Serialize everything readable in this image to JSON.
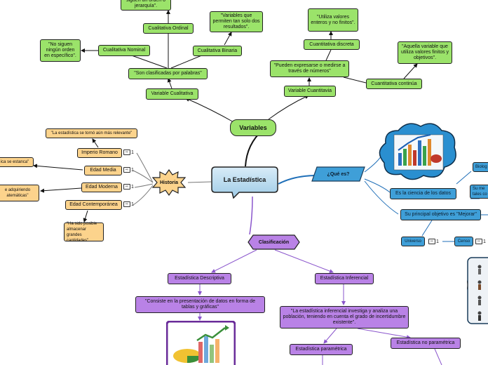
{
  "center": {
    "label": "La Estadística"
  },
  "variables": {
    "label": "Variables",
    "cualitativa": {
      "label": "Variable Cualitativa",
      "clasificadas": "\"Son clasificadas por palabras\"",
      "nominal": "Cualitativa Nominal",
      "nominal_desc": "\"No siguen ningún orden en específico\".",
      "ordinal": "Cualitativa Ordinal",
      "ordinal_desc": "siguen un orden o jerarquía\".",
      "binaria": "Cualitativa Binaria",
      "binaria_desc": "\"Variables que permiten tan solo dos resultados\"."
    },
    "cuantitativa": {
      "label": "Variable Cuantitavia",
      "expresarse": "\"Pueden expresarse o medirse a través de números\"",
      "discreta": "Cuantitativa discreta",
      "discreta_desc": "\"Utiliza valores enteros y no finitos\".",
      "continua": "Cuantitativa continúa",
      "continua_desc": "\"Aquella variable que utiliza valores finitos y objetivos\"."
    }
  },
  "historia": {
    "label": "Historia",
    "items": [
      {
        "label": "Imperio Romano",
        "count": "1"
      },
      {
        "label": "Edad Media",
        "count": "1"
      },
      {
        "label": "Edad Moderna",
        "count": "1"
      },
      {
        "label": "Edad Contemporánea",
        "count": "1"
      }
    ],
    "notes": {
      "relevante": "\"La estadística se tornó aún más relevante\"",
      "estanca": "ica se estanca\"",
      "adquiriendo": "e adquiriendo atemáticas\"",
      "posible": "\"Ha sido posible almacenar grandes cantidades\""
    }
  },
  "que_es": {
    "label": "¿Qué es?",
    "ciencia": "Es la ciencia de los datos",
    "objetivo": "Su principal objetivo es \"Mejorar\"",
    "universo": "Universo",
    "universo_count": "1",
    "censo": "Censo",
    "censo_count": "1",
    "right_1": "Biolog",
    "right_2": "Su me tales co"
  },
  "clasificacion": {
    "label": "Clasificación",
    "descriptiva": "Estadística Descriptiva",
    "descriptiva_desc": "\"Consiste en la presentación de datos en forma de tablas y gráficas\"",
    "inferencial": "Estadística Inferencial",
    "inferencial_desc": "\"La estadística inferencial investiga y analiza una población, teniendo en cuenta el grado de incertidumbre existente\".",
    "parametrica": "Estadística paramétrica",
    "no_parametrica": "Estadística no paramétrica"
  }
}
